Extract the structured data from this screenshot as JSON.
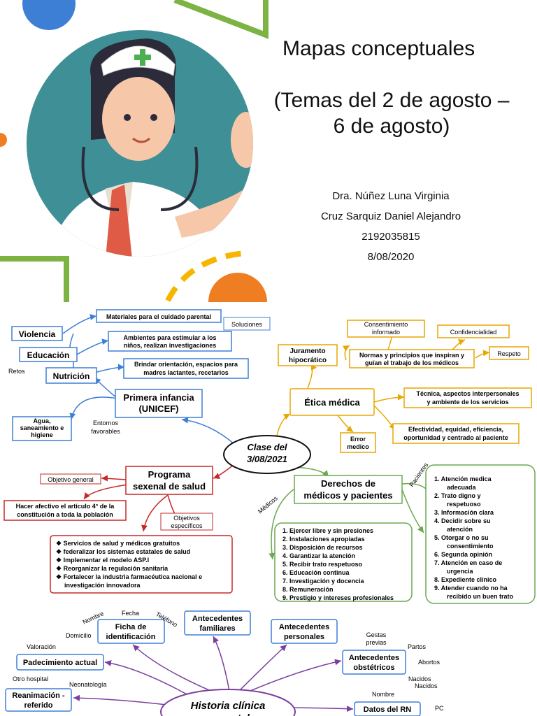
{
  "cover": {
    "title": "Mapas conceptuales",
    "subtitle": "(Temas del 2 de agosto – 6 de agosto)",
    "author1": "Dra. Núñez Luna Virginia",
    "author2": "Cruz Sarquiz Daniel Alejandro",
    "student_id": "2192035815",
    "date": "8/08/2020",
    "colors": {
      "green": "#7cb342",
      "orange": "#ef7d22",
      "blue": "#3e7fd6",
      "yellow": "#f7b500",
      "teal": "#3f8f96"
    },
    "illustration": "doctor-with-stethoscope"
  },
  "map1": {
    "center": "Clase del 3/08/2021",
    "primera_infancia": {
      "title": "Primera infancia (UNICEF)",
      "violencia": "Violencia",
      "educacion": "Educación",
      "nutricion": "Nutrición",
      "materiales": "Materiales para el cuidado parental",
      "soluciones": "Soluciones",
      "ambientes": "Ambientes para estimular a los niños, realizan investigaciones",
      "retos": "Retos",
      "brindar": "Brindar orientación, espacios para madres lactantes, recetarios",
      "agua": "Agua, saneamiento e higiene",
      "entornos": "Entornos favorables"
    },
    "etica": {
      "title": "Ética médica",
      "juramento": "Juramento hipocrático",
      "consentimiento": "Consentimiento informado",
      "confidencialidad": "Confidencialidad",
      "normas": "Normas y principios que inspiran y guían el trabajo de los médicos",
      "respeto": "Respeto",
      "tecnica": "Técnica, aspectos interpersonales y ambiente de los servicios",
      "efectividad": "Efectividad, equidad, eficiencia, oportunidad y centrado al paciente",
      "error": "Error medico"
    },
    "programa": {
      "title": "Programa sexenal de salud",
      "objetivo_general": "Objetivo general",
      "hacer": "Hacer afectivo el artículo 4° de la constitución a toda la población",
      "objetivos_especificos": "Objetivos específicos",
      "items": [
        "Servicios de salud y médicos gratuitos",
        " federalizar los sistemas estatales de salud",
        "Implementar el modelo ASP.I",
        "Reorganizar la regulación sanitaria",
        "Fortalecer la industria farmacéutica nacional e investigación innovadora"
      ]
    },
    "derechos": {
      "title": "Derechos de médicos y pacientes",
      "medicos_label": "Médicos",
      "pacientes_label": "Pacientes",
      "medicos": [
        "Ejercer libre y sin presiones",
        "Instalaciones apropiadas",
        "Disposición de recursos",
        "Garantizar la atención",
        "Recibir trato respetuoso",
        "Educación continua",
        "Investigación y docencia",
        "Remuneración",
        "Prestigio y intereses profesionales"
      ],
      "pacientes": [
        "Atención medica adecuada",
        "Trato digno y respetuoso",
        "Información clara",
        "Decidir sobre su atención",
        "Otorgar o no su consentimiento",
        "Segunda opinión",
        "Atención en caso de urgencia",
        "Expediente clínico",
        "Atender cuando no ha recibido un buen trato"
      ]
    }
  },
  "map2": {
    "center": "Historia clínica neonatal",
    "ficha": "Ficha de identificación",
    "nombre": "Nombre",
    "fecha": "Fecha",
    "telefono": "Teléfono",
    "domicilio": "Domicilio",
    "familiares": "Antecedentes familiares",
    "personales": "Antecedentes personales",
    "valoracion": "Valoración",
    "padecimiento": "Padecimiento actual",
    "otro_hospital": "Otro hospital",
    "neonatologia": "Neonatología",
    "reanimacion": "Reanimación - referido",
    "gestas": "Gestas previas",
    "partos": "Partos",
    "obstetricos": "Antecedentes obstétricos",
    "abortos": "Abortos",
    "nacidos": "Nacidos",
    "nacidos2": "Nacidos",
    "nombre2": "Nombre",
    "datos_rn": "Datos del RN",
    "pc": "PC"
  }
}
